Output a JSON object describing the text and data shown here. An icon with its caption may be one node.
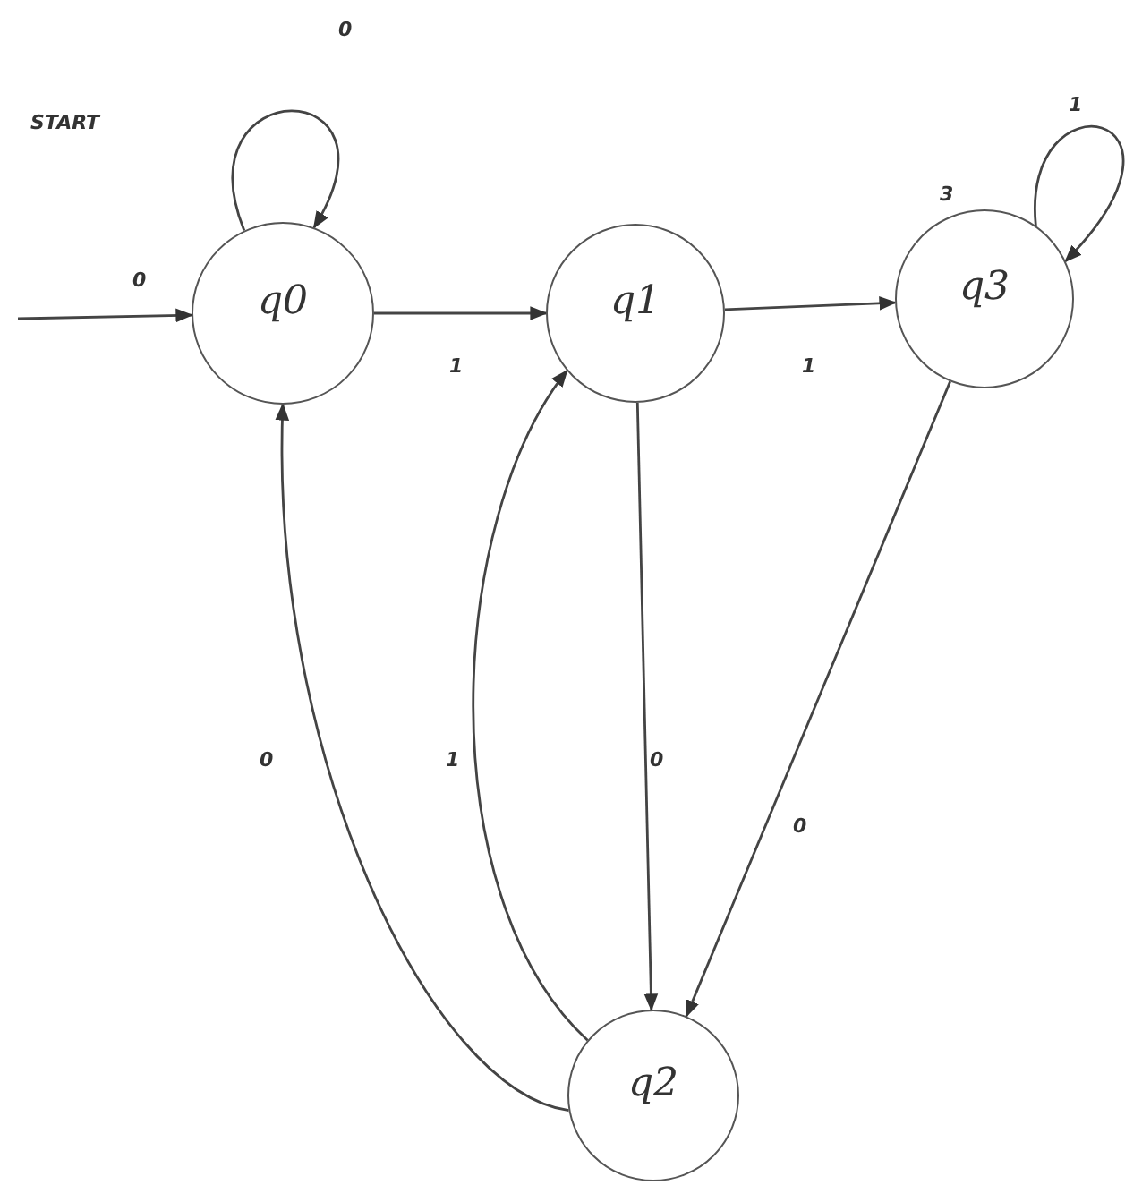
{
  "diagram": {
    "nodes": [
      {
        "text": [
          "q0"
        ]
      },
      {
        "text": [
          "q1"
        ]
      },
      {
        "text": [
          "q3"
        ]
      },
      {
        "text": [
          "q2"
        ]
      }
    ],
    "edges": [
      {
        "from": null,
        "to": 0,
        "arrow": "to",
        "label": "0"
      },
      {
        "from": 0,
        "to": 0,
        "arrow": "to",
        "label": "0"
      },
      {
        "from": 0,
        "to": 1,
        "arrow": "to",
        "label": "1"
      },
      {
        "from": 1,
        "to": 2,
        "arrow": "to",
        "label": "1"
      },
      {
        "from": 2,
        "to": 2,
        "arrow": "to",
        "label": "1"
      },
      {
        "from": 1,
        "to": 3,
        "arrow": "to",
        "label": "0"
      },
      {
        "from": 2,
        "to": 3,
        "arrow": "to",
        "label": "0"
      },
      {
        "from": 3,
        "to": 0,
        "arrow": "to",
        "label": "0"
      },
      {
        "from": 3,
        "to": 1,
        "arrow": "to",
        "label": "1"
      }
    ],
    "labels": [
      "START",
      "3"
    ]
  }
}
